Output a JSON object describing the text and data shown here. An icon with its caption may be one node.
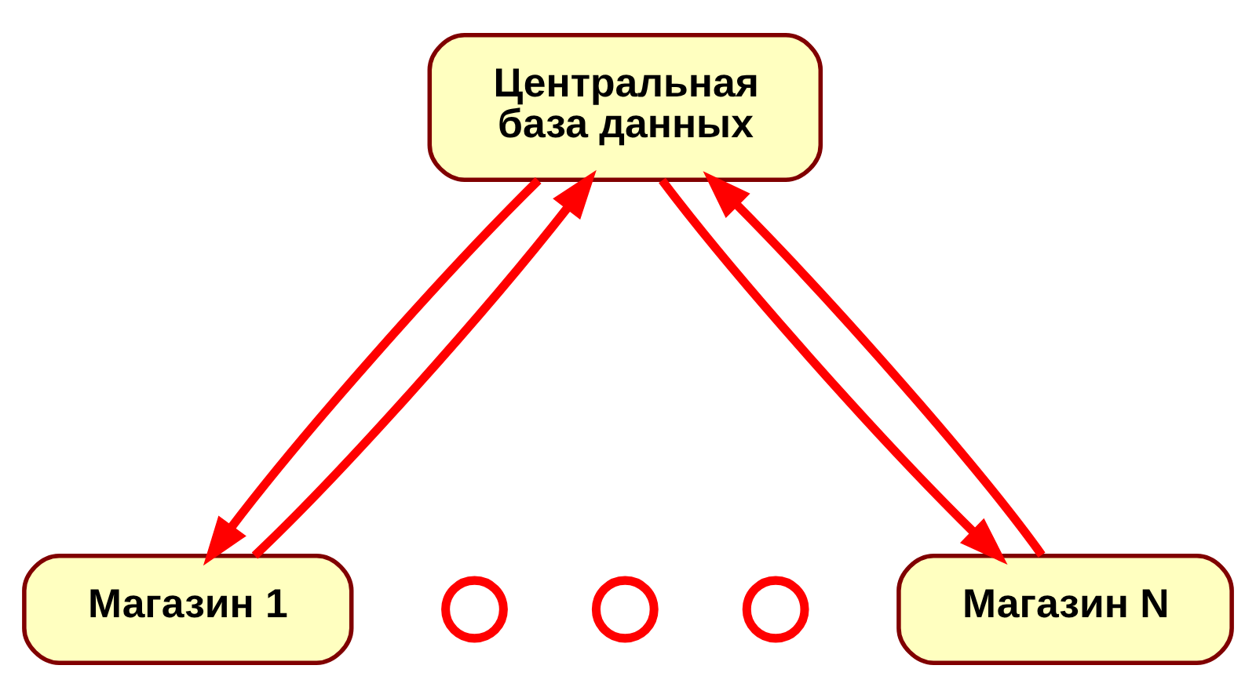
{
  "diagram": {
    "nodes": [
      {
        "text": [
          "Центральная база данных"
        ]
      },
      {
        "text": [
          "Магазин 1"
        ]
      },
      {
        "text": [],
        "shape": "circle"
      },
      {
        "text": [],
        "shape": "circle"
      },
      {
        "text": [],
        "shape": "circle"
      },
      {
        "text": [
          "Магазин N"
        ]
      }
    ],
    "edges": [
      {
        "from": 1,
        "to": 0,
        "arrow": "to"
      },
      {
        "from": 0,
        "to": 1,
        "arrow": "to"
      },
      {
        "from": 0,
        "to": 5,
        "arrow": "to"
      },
      {
        "from": 5,
        "to": 0,
        "arrow": "to"
      }
    ]
  }
}
